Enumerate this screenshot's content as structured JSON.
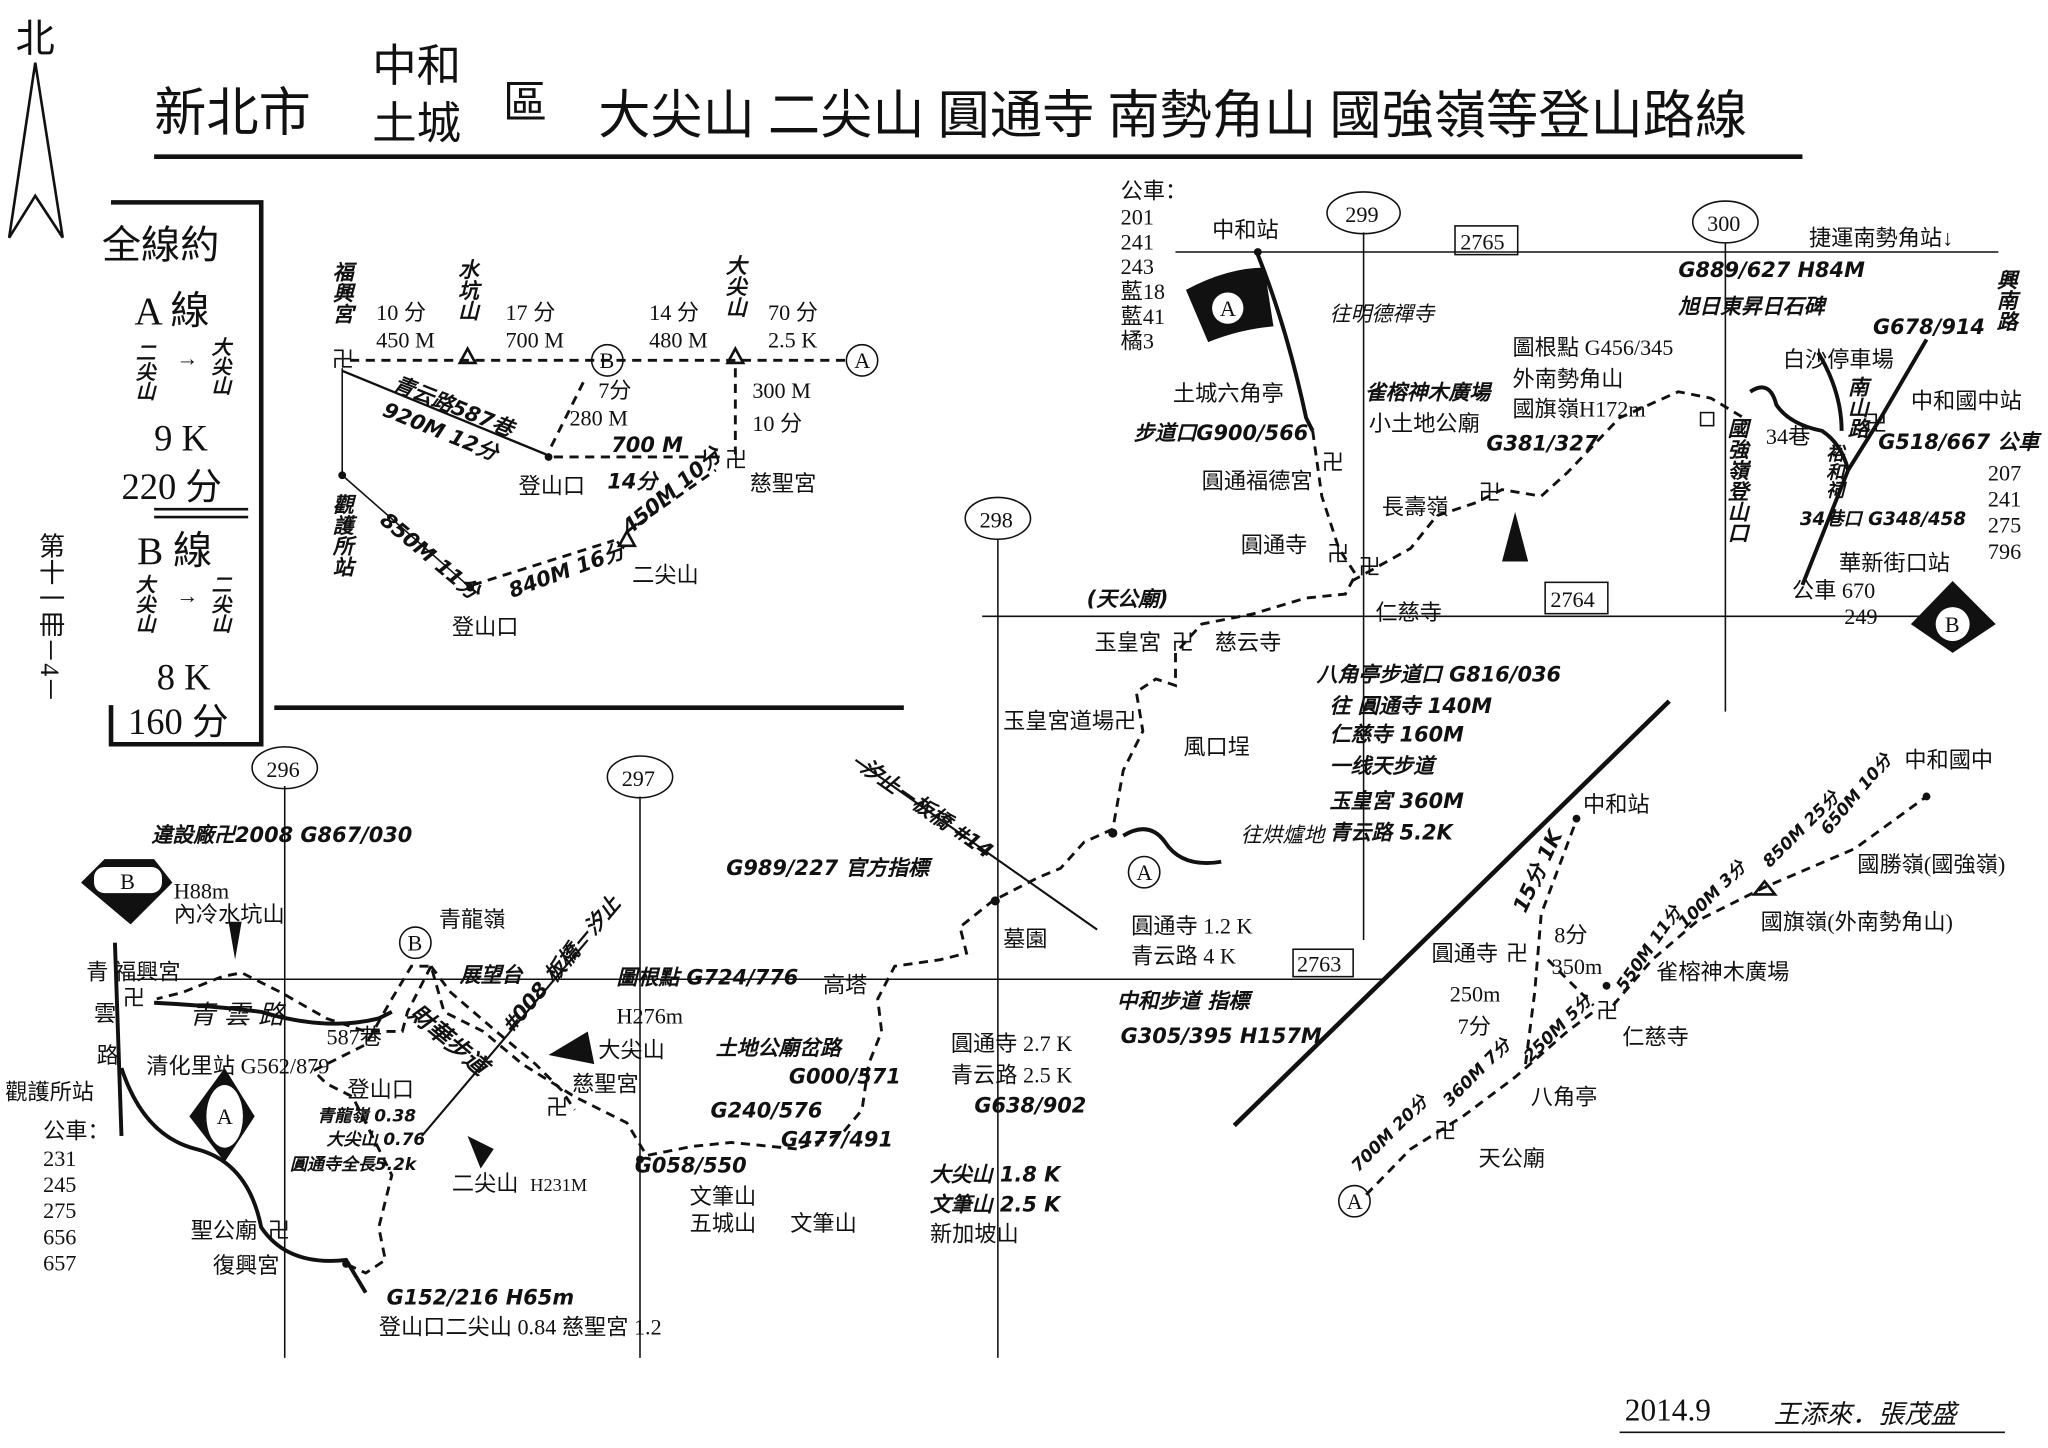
{
  "north": "北",
  "title": {
    "city": "新北市",
    "district1": "中和",
    "district2": "土城",
    "district_suffix": "區",
    "main": "大尖山 二尖山 圓通寺 南勢角山 國強嶺等登山路線"
  },
  "summary": {
    "heading": "全線約",
    "a_label": "A 線",
    "a_from": "二尖山",
    "a_to": "大尖山",
    "arrow": "→",
    "a_dist": "9 K",
    "a_time": "220 分",
    "b_label": "B 線",
    "b_from": "大尖山",
    "b_to": "二尖山",
    "b_dist": "8 K",
    "b_time": "160 分"
  },
  "volume": "第十一冊－4－",
  "map_sheets": {
    "s296": "296",
    "s297": "297",
    "s298": "298",
    "s299": "299",
    "s300": "300"
  },
  "grid": {
    "g2765": "2765",
    "g2764": "2764",
    "g2763": "2763"
  },
  "markers": {
    "A": "A",
    "B": "B"
  },
  "inset": {
    "fuxing": "福興宮",
    "shuikeng": "水坑山",
    "dajian": "大尖山",
    "t1": "10 分",
    "d1": "450 M",
    "t2": "17 分",
    "d2": "700 M",
    "t3": "14 分",
    "d3": "480 M",
    "t4": "70 分",
    "d4": "2.5 K",
    "d5": "300 M",
    "t5": "10 分",
    "cisheng": "慈聖宮",
    "road": "青云路587巷",
    "road_dist": "920M 12分",
    "t6": "7分",
    "d6": "280 M",
    "d7": "700 M",
    "t7": "14分",
    "trailhead1": "登山口",
    "guanhu": "觀護所站",
    "d8": "850M 11分",
    "trailhead2": "登山口",
    "erjian": "二尖山",
    "d9": "840M 16分",
    "d10": "450M 10分"
  },
  "ne": {
    "bus_heading": "公車：",
    "bus": [
      "201",
      "241",
      "243",
      "藍18",
      "藍41",
      "橘3"
    ],
    "zhonghe_station": "中和站",
    "mrt": "捷運南勢角站↓",
    "to_mingde": "往明德禪寺",
    "tucheng_pavilion": "土城六角亭",
    "trailhead_g": "步道口G900/566",
    "futegong": "圓通福德宮",
    "yuantong": "圓通寺",
    "renci": "仁慈寺",
    "ciyun": "慈云寺",
    "tiangong": "(天公廟)",
    "yuhuang": "玉皇宮",
    "changshou": "長壽嶺",
    "banyan": "雀榕神木廣場",
    "small_temple": "小土地公廟",
    "g381": "G381/327",
    "benchmark": "圖根點 G456/345",
    "outer_nsj": "外南勢角山",
    "flag_ridge": "國旗嶺H172m",
    "g889": "G889/627 H84M",
    "sunrise": "旭日東昇日石碑",
    "baisha": "白沙停車場",
    "guoqiang_trailhead": "國強嶺登山口",
    "nanshan_rd": "南山路",
    "yuhe": "裕和祠",
    "xingnan_rd": "興南路",
    "g678": "G678/914",
    "zhonghe_jh_station": "中和國中站",
    "g518": "G518/667 公車",
    "bus2": [
      "207",
      "241",
      "275",
      "796"
    ],
    "lane34": "34巷",
    "lane34_mouth": "34巷口 G348/458",
    "huaxin": "華新街口站",
    "bus3": "公車 670",
    "bus3b": "249"
  },
  "mid": {
    "baguating": "八角亭步道口 G816/036",
    "to_yt": "往 圓通寺 140M",
    "renci": "仁慈寺 160M",
    "yixiantian": "一线天步道",
    "yuhuang": "玉皇宮 360M",
    "qingyun": "青云路 5.2K",
    "yh_daochang": "玉皇宮道場卍",
    "fengkou": "風口埕",
    "to_hongludi": "往烘爐地",
    "yt12": "圓通寺 1.2 K",
    "qy4": "青云路 4 K",
    "xizhi": "汐止－板橋 #14",
    "g989": "G989/227 官方指標",
    "cemetery": "墓園",
    "tower": "高塔",
    "zh_sign": "中和步道 指標",
    "g305": "G305/395 H157M",
    "yt27": "圓通寺 2.7 K",
    "qy25": "青云路 2.5 K",
    "g638": "G638/902",
    "dj18": "大尖山 1.8 K",
    "wb25": "文筆山 2.5 K",
    "xinjiapo": "新加坡山"
  },
  "sw": {
    "factory": "違設廠卍2008 G867/030",
    "h88": "H88m",
    "neileng": "內冷水坑山",
    "qinglong": "青龍嶺",
    "lookout": "展望台",
    "qing_fuxing": "青 福興宮",
    "yun": "雲",
    "lu": "路",
    "qingyun_rd": "青 雲 路",
    "lane587": "587巷",
    "qinghua": "清化里站 G562/879",
    "guanhu": "觀護所站",
    "bus_heading": "公車：",
    "bus": [
      "231",
      "245",
      "275",
      "656",
      "657"
    ],
    "trailhead": "登山口",
    "ql038": "青龍嶺 0.38",
    "dj076": "大尖山 0.76",
    "yt52": "圓通寺全長5.2k",
    "caihua": "財華步道",
    "bq_xz": "#008 板橋－汐止",
    "benchmark": "圖根點 G724/776",
    "h276": "H276m",
    "dajian": "大尖山",
    "cisheng": "慈聖宮",
    "erjian": "二尖山",
    "h231": "H231M",
    "tudi_fork": "土地公廟岔路",
    "g000": "G000/571",
    "g240": "G240/576",
    "g477": "G477/491",
    "g058": "G058/550",
    "wenbi_wucheng1": "文筆山",
    "wenbi_wucheng2": "五城山",
    "wenbi": "文筆山",
    "shenggong": "聖公廟",
    "fuxing": "復興宮",
    "g152": "G152/216 H65m",
    "bottom_note": "登山口二尖山 0.84 慈聖宮 1.2"
  },
  "se": {
    "zhonghe_station": "中和站",
    "t15": "15分 1K",
    "t8": "8分",
    "d350": "350m",
    "yuantong": "圓通寺",
    "d250": "250m",
    "t7": "7分",
    "renci": "仁慈寺",
    "baguating": "八角亭",
    "tiangong": "天公廟",
    "s1": "700M 20分",
    "s2": "360M 7分",
    "s3": "250M 5分",
    "s4": "550M 11分",
    "s5": "100M 3分",
    "s6": "850M 25分",
    "s7": "650M 10分",
    "banyan": "雀榕神木廣場",
    "flag_ridge": "國旗嶺(外南勢角山)",
    "guosheng": "國勝嶺(國強嶺)",
    "zh_jh": "中和國中"
  },
  "footer": {
    "date": "2014.9",
    "authors": "王添來．張茂盛"
  }
}
